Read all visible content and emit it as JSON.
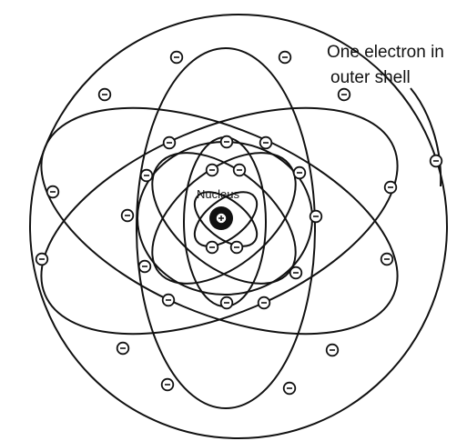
{
  "labels": {
    "callout_line1": "One electron in",
    "callout_line2": "outer shell",
    "nucleus": "Nucleus"
  },
  "symbols": {
    "electron": "negative charge",
    "nucleus": "positive charge"
  },
  "colors": {
    "ink": "#111111",
    "background": "#ffffff"
  }
}
